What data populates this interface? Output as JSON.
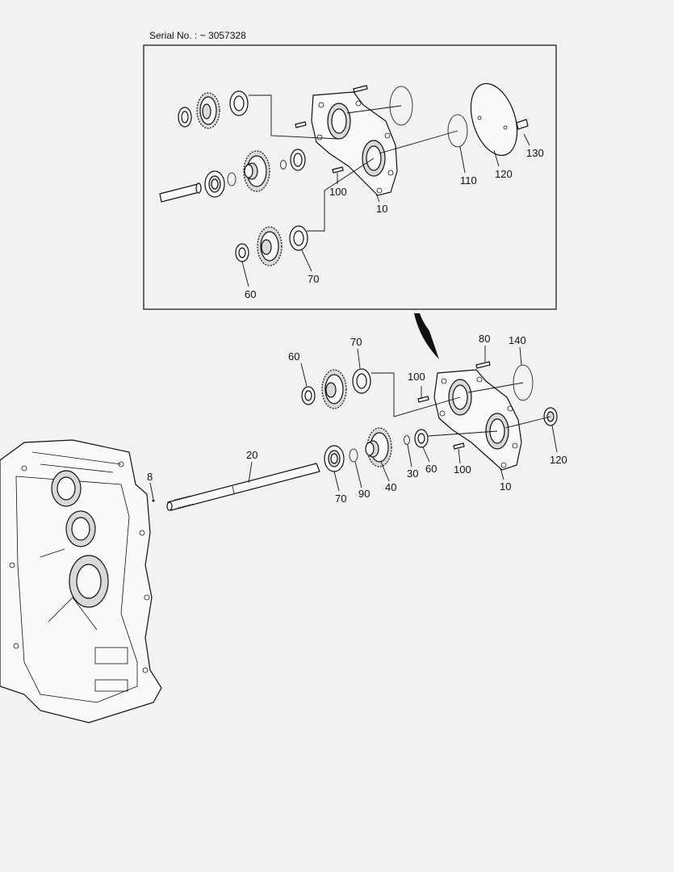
{
  "header": {
    "serial_text": "Serial No. : ~ 3057328"
  },
  "callouts": {
    "inset_130": "130",
    "inset_120": "120",
    "inset_110": "110",
    "inset_100": "100",
    "inset_10": "10",
    "inset_70": "70",
    "inset_60": "60",
    "main_60": "60",
    "main_70": "70",
    "main_80": "80",
    "main_140": "140",
    "main_100_top": "100",
    "main_20": "20",
    "main_8": "8",
    "main_70_bottom": "70",
    "main_90": "90",
    "main_40": "40",
    "main_30": "30",
    "main_60_bottom": "60",
    "main_100_bottom": "100",
    "main_10": "10",
    "main_120": "120"
  },
  "colors": {
    "background": "#f2f2f2",
    "line": "#111111"
  }
}
